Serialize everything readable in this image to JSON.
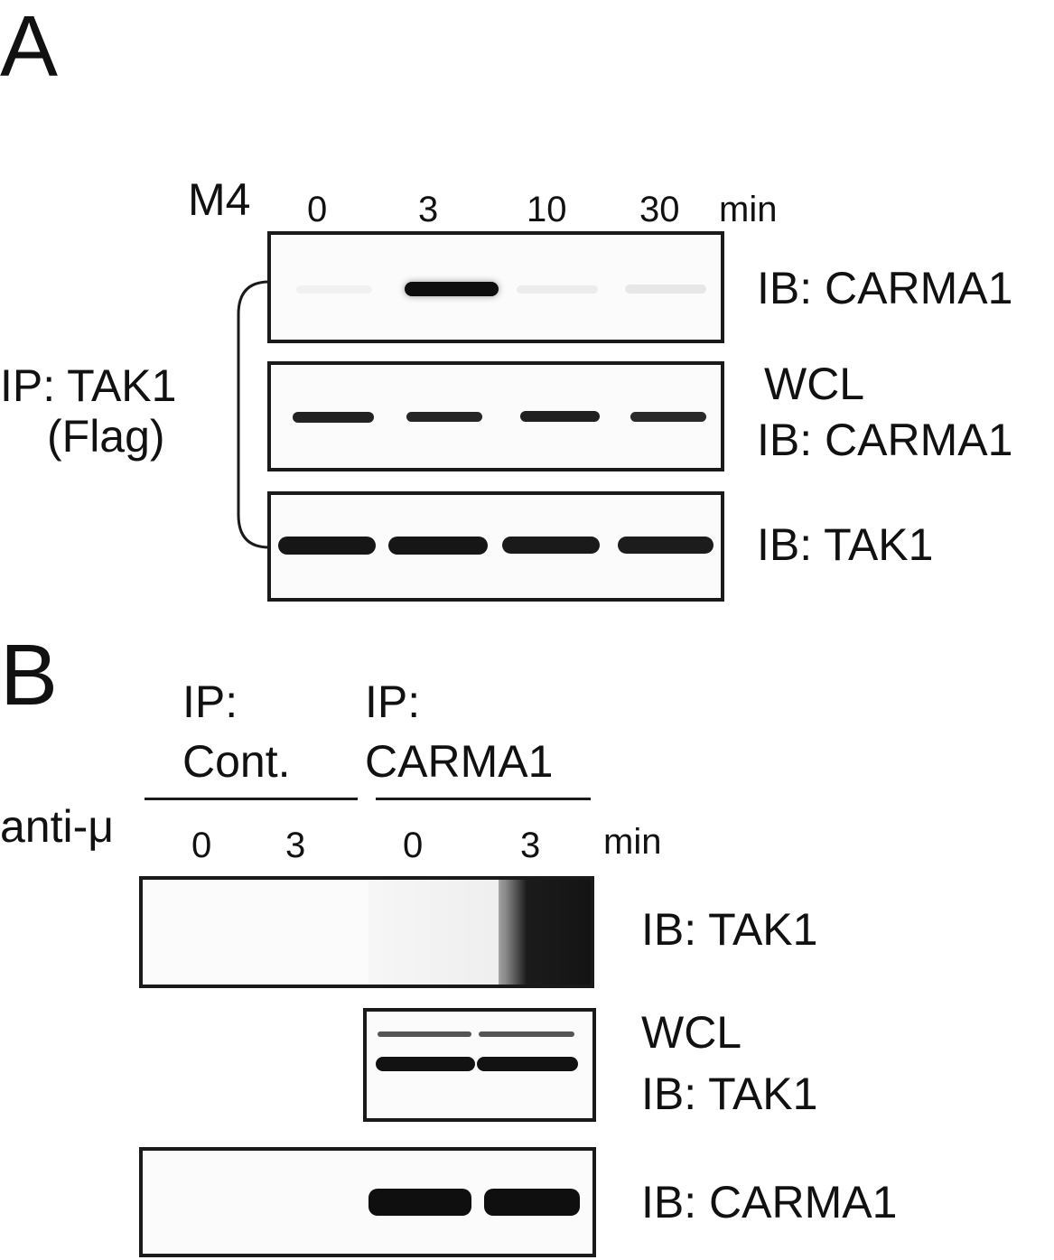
{
  "panel_a": {
    "letter": "A",
    "cell": "M4",
    "lanes": [
      "0",
      "3",
      "10",
      "30"
    ],
    "unit": "min",
    "ip_label_line1": "IP: TAK1",
    "ip_label_line2": "(Flag)",
    "blots": [
      {
        "label_line1": "IB: CARMA1",
        "label_line2": ""
      },
      {
        "label_line1": "WCL",
        "label_line2": "IB: CARMA1"
      },
      {
        "label_line1": "IB: TAK1",
        "label_line2": ""
      }
    ]
  },
  "panel_b": {
    "letter": "B",
    "groups": [
      {
        "line1": "IP:",
        "line2": "Cont."
      },
      {
        "line1": "IP:",
        "line2": "CARMA1"
      }
    ],
    "stim": "anti-μ",
    "lanes": [
      "0",
      "3",
      "0",
      "3"
    ],
    "unit": "min",
    "blots": [
      {
        "label_line1": "IB: TAK1",
        "label_line2": ""
      },
      {
        "label_line1": "WCL",
        "label_line2": "IB: TAK1"
      },
      {
        "label_line1": "IB: CARMA1",
        "label_line2": ""
      }
    ]
  }
}
